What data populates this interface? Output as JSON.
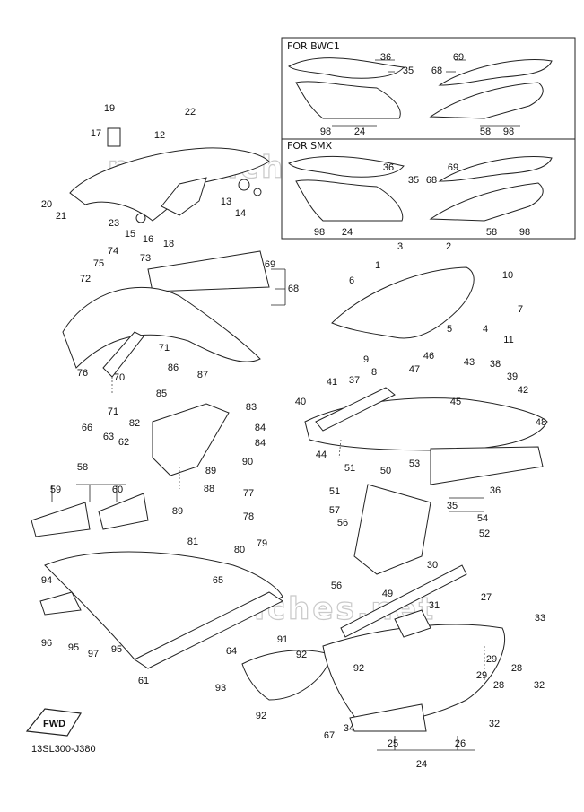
{
  "diagram_code": "13SL300-J380",
  "fwd_label": "FWD",
  "watermark": "partsfiches.net",
  "variant_boxes": [
    {
      "title": "FOR BWC1",
      "callouts": [
        "36",
        "35",
        "69",
        "68",
        "98",
        "24",
        "58",
        "98"
      ]
    },
    {
      "title": "FOR SMX",
      "callouts": [
        "36",
        "35",
        "69",
        "68",
        "98",
        "24",
        "58",
        "98"
      ]
    }
  ],
  "callouts": [
    "19",
    "22",
    "17",
    "12",
    "20",
    "21",
    "23",
    "15",
    "16",
    "18",
    "13",
    "14",
    "74",
    "75",
    "73",
    "72",
    "69",
    "68",
    "71",
    "70",
    "76",
    "71",
    "86",
    "87",
    "85",
    "83",
    "84",
    "84",
    "82",
    "66",
    "63",
    "62",
    "89",
    "90",
    "88",
    "89",
    "58",
    "59",
    "60",
    "77",
    "78",
    "81",
    "80",
    "79",
    "65",
    "94",
    "96",
    "95",
    "97",
    "95",
    "64",
    "61",
    "91",
    "92",
    "92",
    "93",
    "92",
    "67",
    "34",
    "3",
    "2",
    "1",
    "6",
    "10",
    "7",
    "4",
    "11",
    "5",
    "9",
    "8",
    "40",
    "41",
    "37",
    "47",
    "46",
    "43",
    "38",
    "39",
    "42",
    "45",
    "48",
    "44",
    "36",
    "51",
    "50",
    "53",
    "51",
    "35",
    "57",
    "54",
    "56",
    "52",
    "56",
    "49",
    "30",
    "31",
    "27",
    "33",
    "29",
    "28",
    "32",
    "29",
    "28",
    "32",
    "25",
    "26",
    "24"
  ],
  "icons": [
    "fwd-arrow-icon"
  ]
}
